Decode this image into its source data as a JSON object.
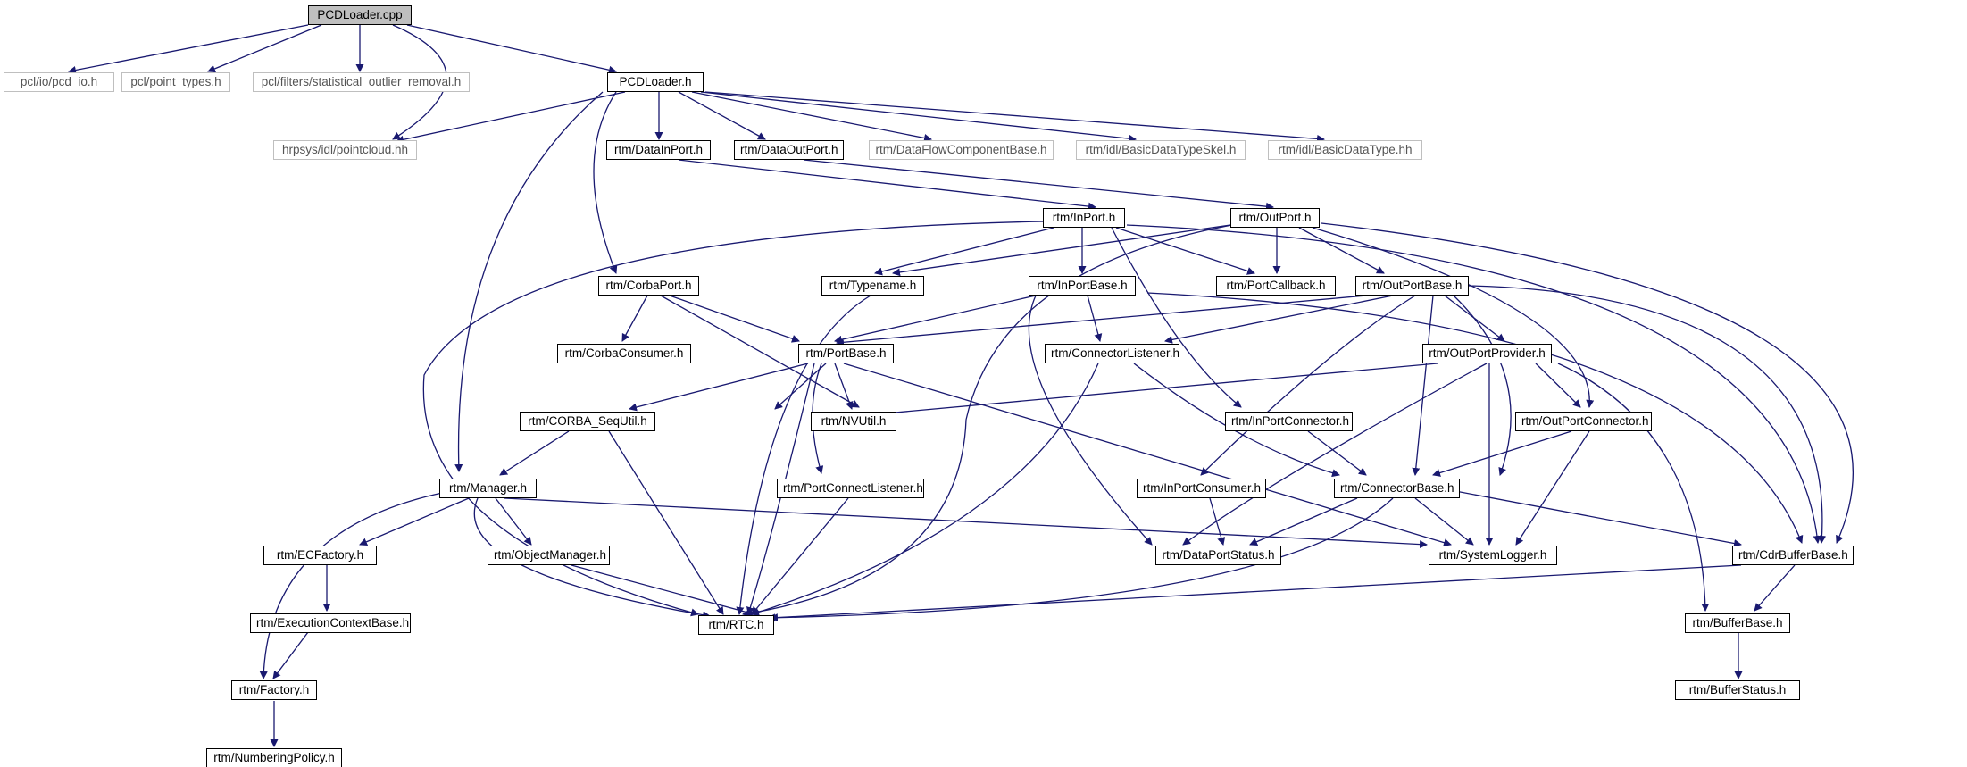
{
  "colors": {
    "edge": "#191970",
    "node_border": "#000000",
    "external_border": "#bfbfbf",
    "root_fill": "#bfbfbf"
  },
  "nodes": {
    "pcdloader_cpp": "PCDLoader.cpp",
    "pcl_io": "pcl/io/pcd_io.h",
    "pcl_point_types": "pcl/point_types.h",
    "pcl_filters": "pcl/filters/statistical_outlier_removal.h",
    "pcdloader_h": "PCDLoader.h",
    "pointcloud": "hrpsys/idl/pointcloud.hh",
    "datainport": "rtm/DataInPort.h",
    "dataoutport": "rtm/DataOutPort.h",
    "dataflowcomp": "rtm/DataFlowComponentBase.h",
    "basicdatatypeskel": "rtm/idl/BasicDataTypeSkel.h",
    "basicdatatype": "rtm/idl/BasicDataType.hh",
    "inport": "rtm/InPort.h",
    "outport": "rtm/OutPort.h",
    "corbaport": "rtm/CorbaPort.h",
    "typename": "rtm/Typename.h",
    "inportbase": "rtm/InPortBase.h",
    "portcallback": "rtm/PortCallback.h",
    "outportbase": "rtm/OutPortBase.h",
    "corbaconsumer": "rtm/CorbaConsumer.h",
    "portbase": "rtm/PortBase.h",
    "connectorlistener": "rtm/ConnectorListener.h",
    "outportprovider": "rtm/OutPortProvider.h",
    "corba_sequtil": "rtm/CORBA_SeqUtil.h",
    "nvutil": "rtm/NVUtil.h",
    "inportconnector": "rtm/InPortConnector.h",
    "outportconnector": "rtm/OutPortConnector.h",
    "manager": "rtm/Manager.h",
    "portconnectlistener": "rtm/PortConnectListener.h",
    "inportconsumer": "rtm/InPortConsumer.h",
    "connectorbase": "rtm/ConnectorBase.h",
    "ecfactory": "rtm/ECFactory.h",
    "objectmanager": "rtm/ObjectManager.h",
    "dataportstatus": "rtm/DataPortStatus.h",
    "systemlogger": "rtm/SystemLogger.h",
    "cdrbufferbase": "rtm/CdrBufferBase.h",
    "executioncontextbase": "rtm/ExecutionContextBase.h",
    "rtc": "rtm/RTC.h",
    "bufferbase": "rtm/BufferBase.h",
    "factory": "rtm/Factory.h",
    "bufferstatus": "rtm/BufferStatus.h",
    "numberingpolicy": "rtm/NumberingPolicy.h"
  }
}
